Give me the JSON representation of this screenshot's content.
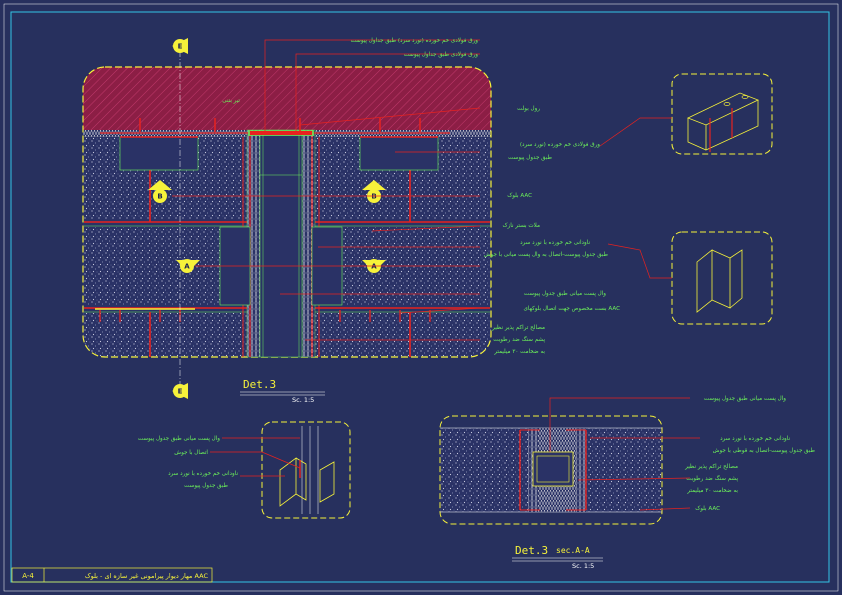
{
  "labels": {
    "n1": "ورق فولادی خم خورده (نورد سرد) طبق جداول پیوست",
    "n2": "ورق فولادی طبق جداول پیوست",
    "n3": "تیر بتنی",
    "n4": "رول بولت",
    "n5a": "ورق فولادی خم خورده (نورد سرد)",
    "n5b": "طبق جدول پیوست",
    "n6": "بلوک AAC",
    "n7": "ملات بستر نازک",
    "n8a": "ناودانی خم خورده با نورد سرد",
    "n8b": "طبق جدول پیوست-اتصال به وال پست میانی با جوش",
    "n9": "وال پست میانی طبق جدول پیوست",
    "n10": "بست مخصوص جهت اتصال بلوکهای AAC",
    "n11a": "مصالح تراکم پذیر نظیر",
    "n11b": "پشم سنگ ضد رطوبت",
    "n11c": "به ضخامت ۳۰ میلیمتر",
    "n12": "وال پست میانی طبق جدول پیوست",
    "n13": "اتصال با جوش",
    "n14a": "ناودانی خم خورده با نورد سرد",
    "n14b": "طبق جدول پیوست",
    "n15": "وال پست میانی طبق جدول پیوست",
    "n16a": "ناودانی خم خورده با نورد سرد",
    "n16b": "طبق جدول پیوست-اتصال به قوطی با جوش",
    "n17a": "مصالح تراکم پذیر نظیر",
    "n17b": "پشم سنگ ضد رطوبت",
    "n17c": "به ضخامت ۳۰ میلیمتر",
    "n18": "بلوک AAC"
  },
  "markers": {
    "e": "E",
    "b": "B",
    "a": "A"
  },
  "titles": {
    "det3": "Det.3",
    "det3_scale": "Sc. 1:5",
    "sec_main": "Det.3",
    "sec_suffix": "sec.A-A",
    "sec_scale": "Sc. 1:5"
  },
  "title_block": {
    "sheet": "A-4",
    "text": "مهار دیوار پیرامونی غیر سازه ای - بلوک AAC"
  },
  "colors": {
    "background": "#27305e",
    "frame": "#33c4e6",
    "yellow": "#f6f23a",
    "red": "#e8221f",
    "green": "#6cf25a",
    "beam": "#8c1e45"
  }
}
